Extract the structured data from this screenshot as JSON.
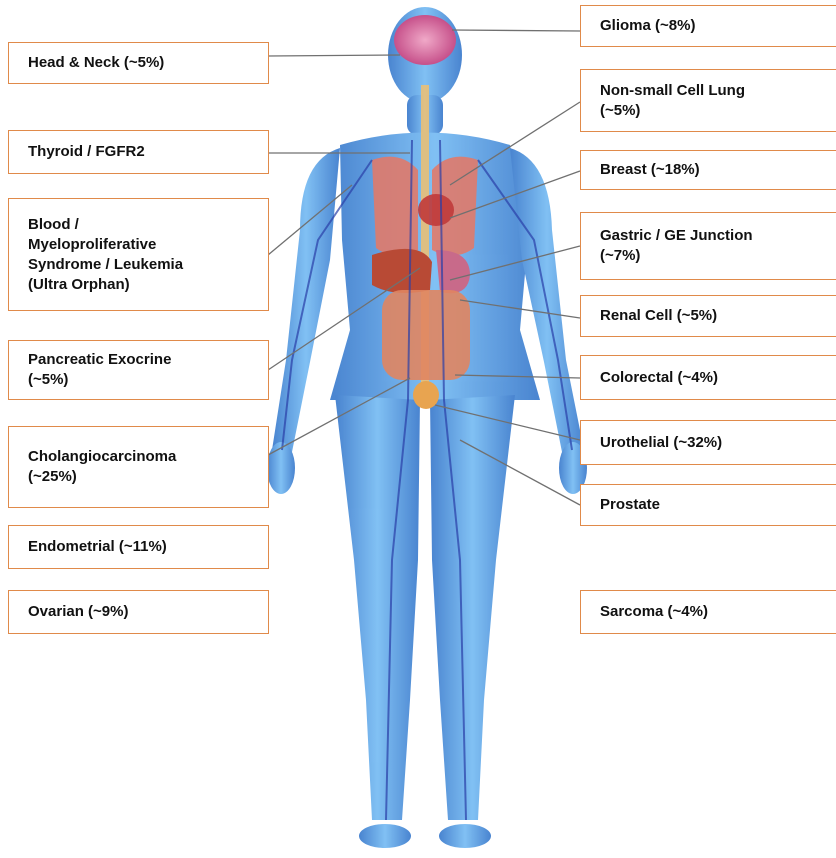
{
  "labels": {
    "left": [
      "Head & Neck (~5%)",
      "Thyroid / FGFR2",
      "Blood /\nMyeloproliferative\nSyndrome / Leukemia\n(Ultra Orphan)",
      "Pancreatic Exocrine\n(~5%)",
      "Cholangiocarcinoma\n(~25%)",
      "Endometrial (~11%)",
      "Ovarian (~9%)"
    ],
    "right": [
      "Glioma (~8%)",
      "Non-small Cell Lung\n(~5%)",
      "Breast (~18%)",
      "Gastric / GE Junction\n(~7%)",
      "Renal Cell (~5%)",
      "Colorectal (~4%)",
      "Urothelial (~32%)",
      "Prostate",
      "Sarcoma (~4%)"
    ]
  },
  "colors": {
    "box_border": "#e08a4a",
    "leader_line": "#707070",
    "body_blue": "#3d8fe0",
    "organ_red": "#d9533a"
  }
}
